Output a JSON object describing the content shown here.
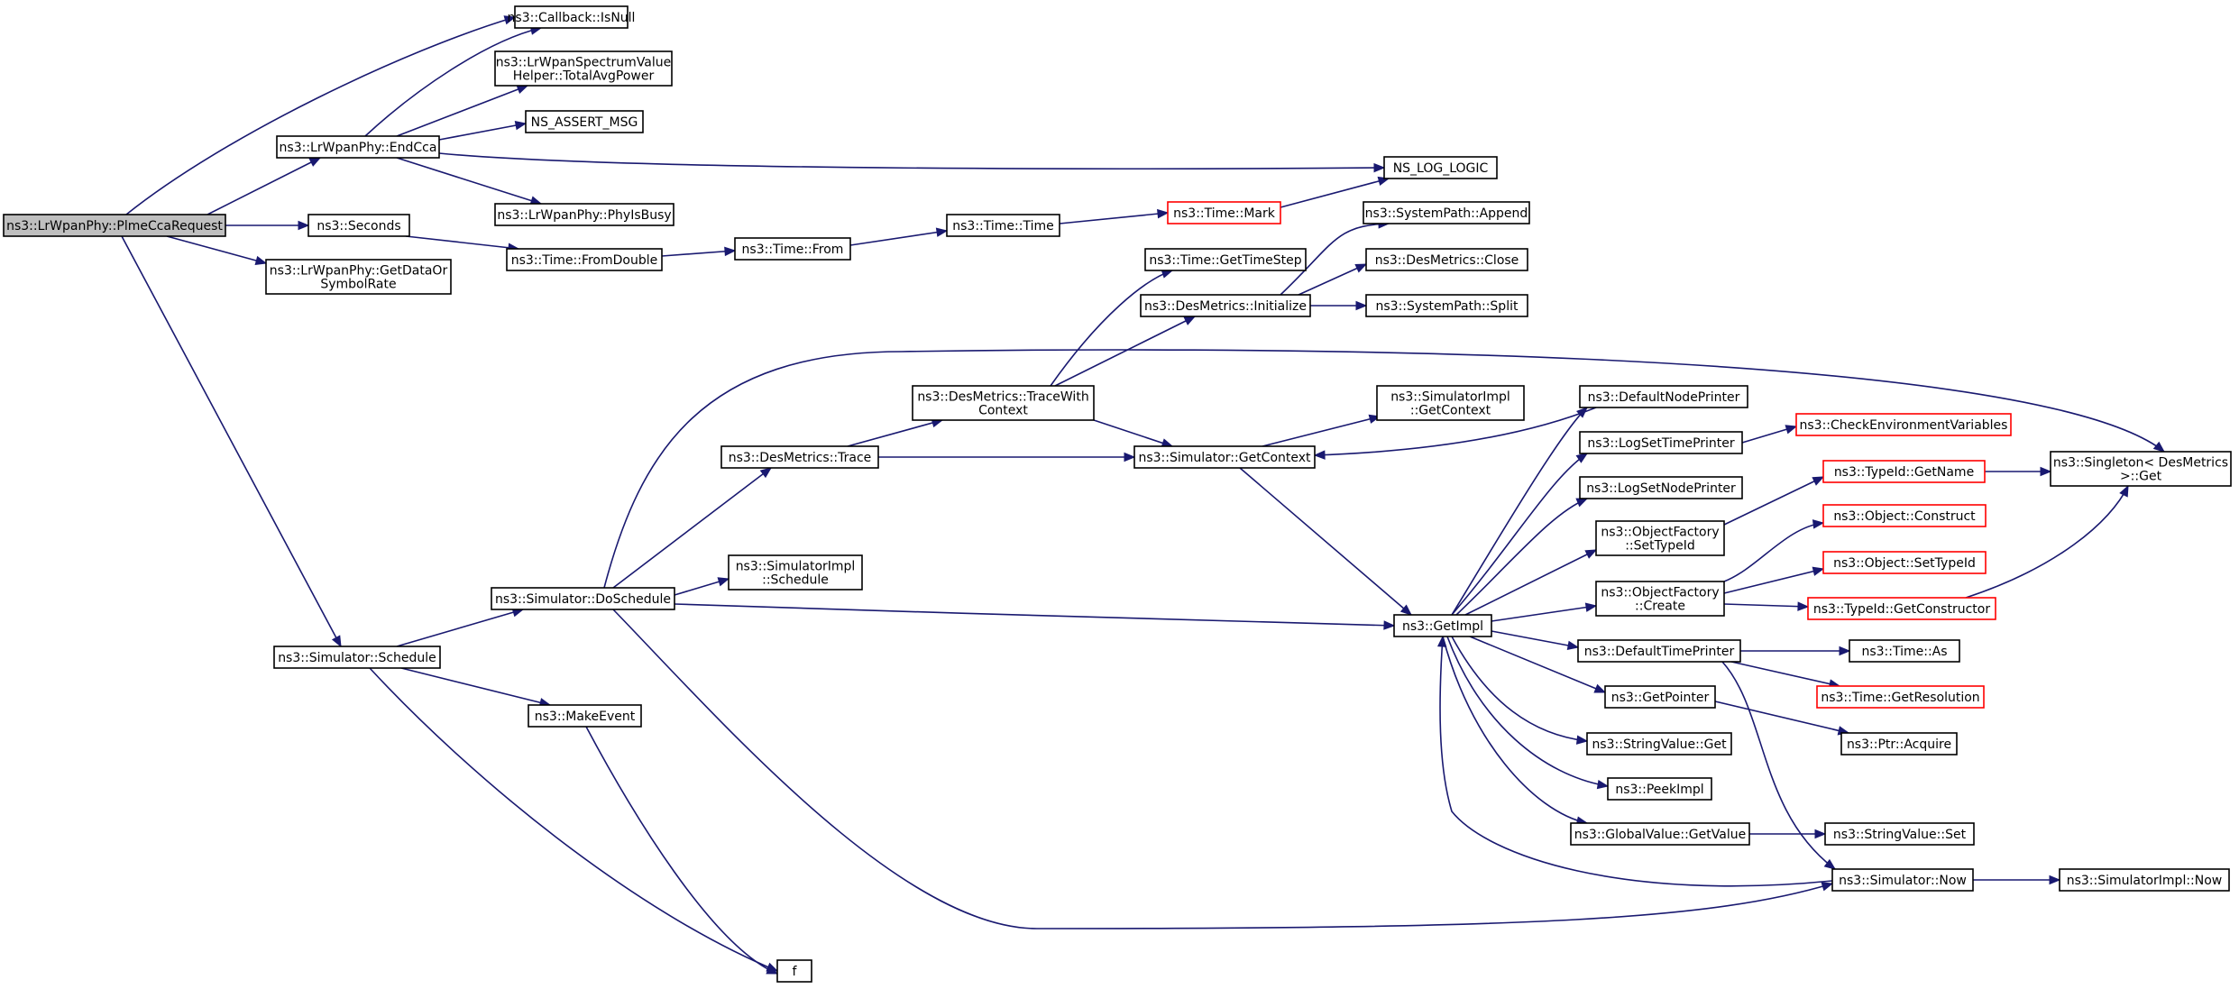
{
  "diagram": {
    "edge_color": "#191970",
    "truncated_border_color": "#ff0000",
    "root_fill": "#bfbfbf",
    "nodes": {
      "plmeCcaRequest": {
        "lines": [
          "ns3::LrWpanPhy::PlmeCcaRequest"
        ],
        "style": "root"
      },
      "isNull": {
        "lines": [
          "ns3::Callback::IsNull"
        ]
      },
      "totalAvgPower": {
        "lines": [
          "ns3::LrWpanSpectrumValue",
          "Helper::TotalAvgPower"
        ]
      },
      "nsAssertMsg": {
        "lines": [
          "NS_ASSERT_MSG"
        ]
      },
      "endCca": {
        "lines": [
          "ns3::LrWpanPhy::EndCca"
        ]
      },
      "nsLogLogic": {
        "lines": [
          "NS_LOG_LOGIC"
        ]
      },
      "phyIsBusy": {
        "lines": [
          "ns3::LrWpanPhy::PhyIsBusy"
        ]
      },
      "seconds": {
        "lines": [
          "ns3::Seconds"
        ]
      },
      "getDataOrSymbolRate": {
        "lines": [
          "ns3::LrWpanPhy::GetDataOr",
          "SymbolRate"
        ]
      },
      "fromDouble": {
        "lines": [
          "ns3::Time::FromDouble"
        ]
      },
      "timeFrom": {
        "lines": [
          "ns3::Time::From"
        ]
      },
      "timeTime": {
        "lines": [
          "ns3::Time::Time"
        ]
      },
      "timeMark": {
        "lines": [
          "ns3::Time::Mark"
        ],
        "style": "truncated"
      },
      "sysAppend": {
        "lines": [
          "ns3::SystemPath::Append"
        ]
      },
      "getTimeStep": {
        "lines": [
          "ns3::Time::GetTimeStep"
        ]
      },
      "desClose": {
        "lines": [
          "ns3::DesMetrics::Close"
        ]
      },
      "desInitialize": {
        "lines": [
          "ns3::DesMetrics::Initialize"
        ]
      },
      "sysSplit": {
        "lines": [
          "ns3::SystemPath::Split"
        ]
      },
      "traceWithContext": {
        "lines": [
          "ns3::DesMetrics::TraceWith",
          "Context"
        ]
      },
      "implGetContext": {
        "lines": [
          "ns3::SimulatorImpl",
          "::GetContext"
        ]
      },
      "defaultNodePrinter": {
        "lines": [
          "ns3::DefaultNodePrinter"
        ]
      },
      "desTrace": {
        "lines": [
          "ns3::DesMetrics::Trace"
        ]
      },
      "simGetContext": {
        "lines": [
          "ns3::Simulator::GetContext"
        ]
      },
      "logSetTimePrinter": {
        "lines": [
          "ns3::LogSetTimePrinter"
        ]
      },
      "checkEnv": {
        "lines": [
          "ns3::CheckEnvironmentVariables"
        ],
        "style": "truncated"
      },
      "singletonGet": {
        "lines": [
          "ns3::Singleton< DesMetrics",
          " >::Get"
        ]
      },
      "typeIdGetName": {
        "lines": [
          "ns3::TypeId::GetName"
        ],
        "style": "truncated"
      },
      "logSetNodePrinter": {
        "lines": [
          "ns3::LogSetNodePrinter"
        ]
      },
      "ofSetTypeId": {
        "lines": [
          "ns3::ObjectFactory",
          "::SetTypeId"
        ]
      },
      "objConstruct": {
        "lines": [
          "ns3::Object::Construct"
        ],
        "style": "truncated"
      },
      "implSchedule": {
        "lines": [
          "ns3::SimulatorImpl",
          "::Schedule"
        ]
      },
      "objSetTypeId": {
        "lines": [
          "ns3::Object::SetTypeId"
        ],
        "style": "truncated"
      },
      "doSchedule": {
        "lines": [
          "ns3::Simulator::DoSchedule"
        ]
      },
      "ofCreate": {
        "lines": [
          "ns3::ObjectFactory",
          "::Create"
        ]
      },
      "getConstructor": {
        "lines": [
          "ns3::TypeId::GetConstructor"
        ],
        "style": "truncated"
      },
      "getImpl": {
        "lines": [
          "ns3::GetImpl"
        ]
      },
      "simSchedule": {
        "lines": [
          "ns3::Simulator::Schedule"
        ]
      },
      "defaultTimePrinter": {
        "lines": [
          "ns3::DefaultTimePrinter"
        ]
      },
      "timeAs": {
        "lines": [
          "ns3::Time::As"
        ]
      },
      "makeEvent": {
        "lines": [
          "ns3::MakeEvent"
        ]
      },
      "getPointer": {
        "lines": [
          "ns3::GetPointer"
        ]
      },
      "getResolution": {
        "lines": [
          "ns3::Time::GetResolution"
        ],
        "style": "truncated"
      },
      "stringValueGet": {
        "lines": [
          "ns3::StringValue::Get"
        ]
      },
      "ptrAcquire": {
        "lines": [
          "ns3::Ptr::Acquire"
        ]
      },
      "peekImpl": {
        "lines": [
          "ns3::PeekImpl"
        ]
      },
      "globalGetValue": {
        "lines": [
          "ns3::GlobalValue::GetValue"
        ]
      },
      "stringValueSet": {
        "lines": [
          "ns3::StringValue::Set"
        ]
      },
      "simNow": {
        "lines": [
          "ns3::Simulator::Now"
        ]
      },
      "implNow": {
        "lines": [
          "ns3::SimulatorImpl::Now"
        ]
      },
      "f": {
        "lines": [
          "f"
        ]
      }
    }
  }
}
